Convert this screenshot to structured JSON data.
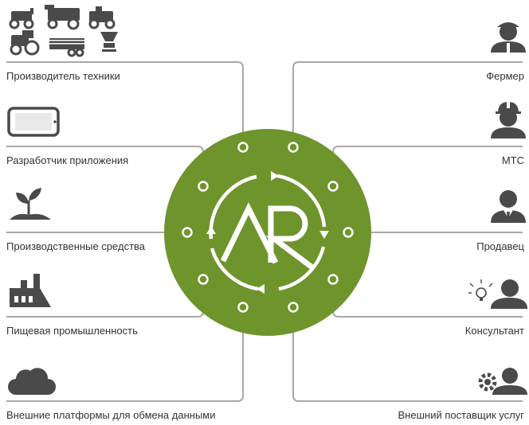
{
  "colors": {
    "green": "#6e942c",
    "green_dark": "#5b7d22",
    "line": "#a8a8a8",
    "icon": "#4a4a4a",
    "text": "#333333",
    "white": "#ffffff"
  },
  "hub": {
    "logo": "AR",
    "logo_name": "agrirouter-logo"
  },
  "left_nodes": [
    {
      "label": "Производитель техники",
      "icon": "farm-machinery-icon"
    },
    {
      "label": "Разработчик приложения",
      "icon": "tablet-icon"
    },
    {
      "label": "Производственные средства",
      "icon": "plant-sprout-icon"
    },
    {
      "label": "Пищевая промышленность",
      "icon": "factory-icon"
    },
    {
      "label": "Внешние платформы для обмена данными",
      "icon": "cloud-icon"
    }
  ],
  "right_nodes": [
    {
      "label": "Фермер",
      "icon": "farmer-icon"
    },
    {
      "label": "МТС",
      "icon": "worker-helmet-icon"
    },
    {
      "label": "Продавец",
      "icon": "seller-icon"
    },
    {
      "label": "Консультант",
      "icon": "consultant-icon"
    },
    {
      "label": "Внешний поставщик услуг",
      "icon": "service-provider-icon"
    }
  ]
}
